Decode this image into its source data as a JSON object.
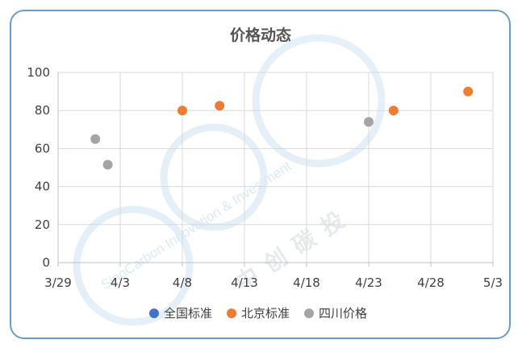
{
  "chart_data": {
    "type": "scatter",
    "title": "价格动态",
    "xlabel": "",
    "ylabel": "",
    "x_ticks": [
      "3/29",
      "4/3",
      "4/8",
      "4/13",
      "4/18",
      "4/23",
      "4/28",
      "5/3"
    ],
    "xlim": [
      "3/29",
      "5/3"
    ],
    "ylim": [
      0,
      100
    ],
    "y_ticks": [
      0,
      20,
      40,
      60,
      80,
      100
    ],
    "grid": true,
    "legend_position": "bottom",
    "series": [
      {
        "name": "全国标准",
        "color": "#4472c4",
        "points": []
      },
      {
        "name": "北京标准",
        "color": "#ed7d31",
        "points": [
          {
            "x": "4/8",
            "y": 80
          },
          {
            "x": "4/11",
            "y": 82.5
          },
          {
            "x": "4/25",
            "y": 80
          },
          {
            "x": "5/1",
            "y": 90
          }
        ]
      },
      {
        "name": "四川价格",
        "color": "#a5a5a5",
        "points": [
          {
            "x": "4/1",
            "y": 65
          },
          {
            "x": "4/2",
            "y": 51.5
          },
          {
            "x": "4/23",
            "y": 74
          }
        ]
      }
    ]
  },
  "watermark": {
    "text_en": "SinoCarbon Innovation & Investment",
    "text_cn": "中创碳投"
  }
}
